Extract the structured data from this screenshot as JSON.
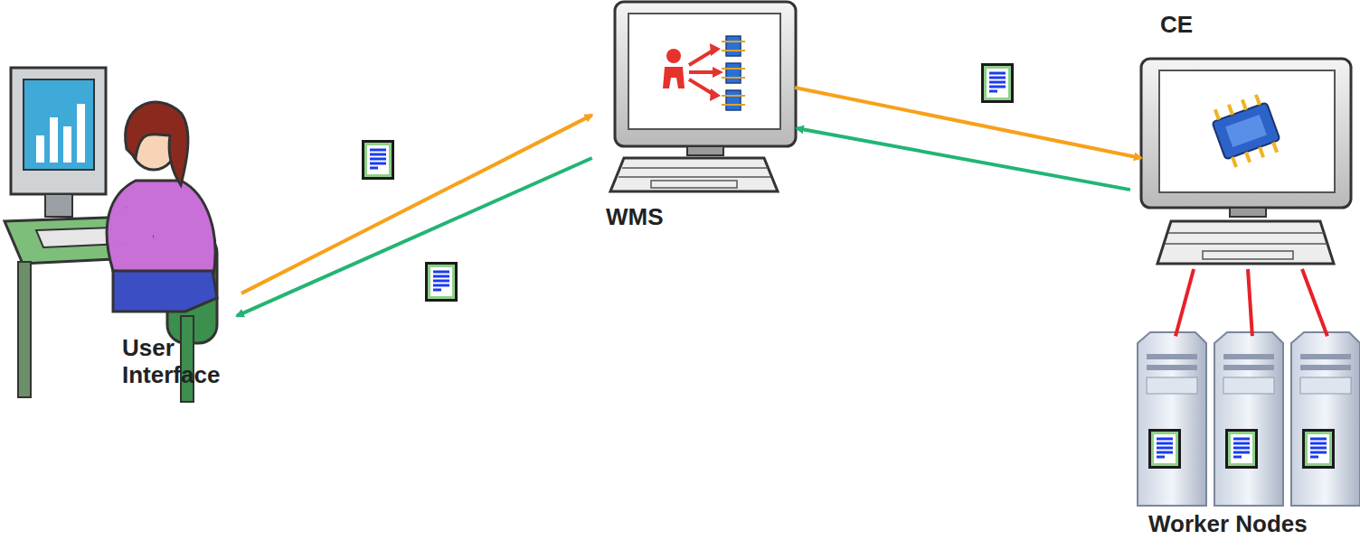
{
  "diagram": {
    "nodes": [
      {
        "text": [
          "User Interface"
        ]
      },
      {
        "text": [
          "WMS"
        ]
      },
      {
        "text": [
          "CE"
        ]
      },
      {
        "text": [
          "Worker Nodes"
        ]
      }
    ],
    "edges": [
      {
        "from": 0,
        "to": 1,
        "arrow": "to"
      },
      {
        "from": 1,
        "to": 0,
        "arrow": "to"
      },
      {
        "from": 1,
        "to": 2,
        "arrow": "to"
      },
      {
        "from": 2,
        "to": 1,
        "arrow": "to"
      },
      {
        "from": 2,
        "to": 3,
        "arrow": "none"
      }
    ]
  }
}
